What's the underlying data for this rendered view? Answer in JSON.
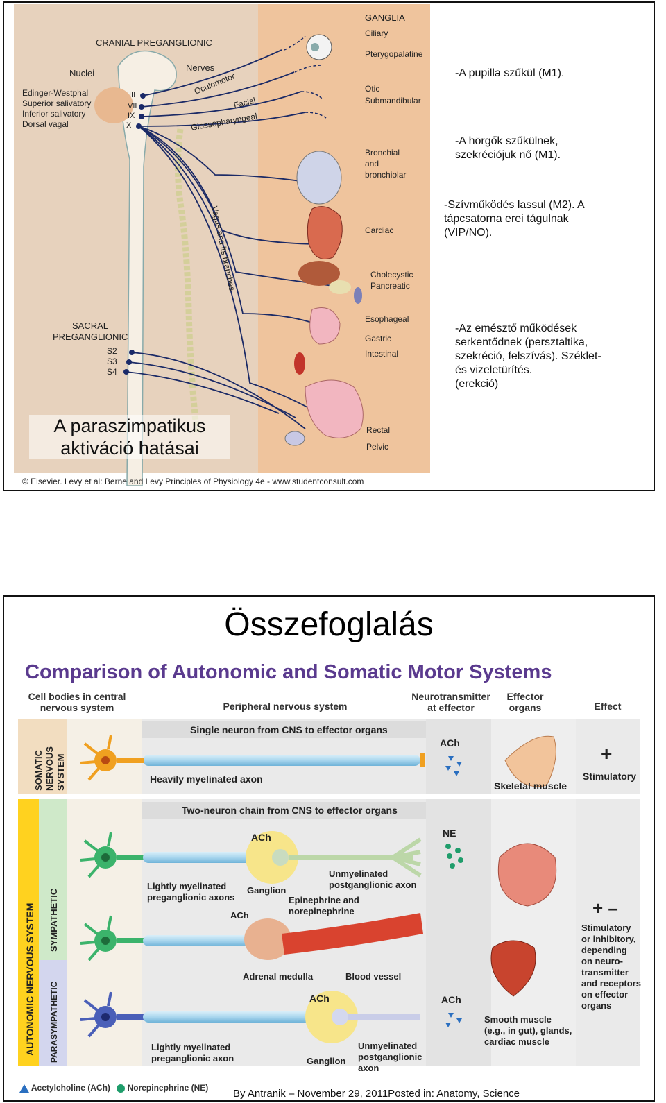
{
  "slide1": {
    "notes": [
      "-A pupilla szűkül (M1).",
      "-A hörgők szűkülnek,",
      "szekréciójuk nő (M1).",
      "-Szívműködés lassul (M2). A",
      "tápcsatorna erei tágulnak",
      "(VIP/NO).",
      "-Az emésztő működések",
      "serkentődnek (persztaltika,",
      "szekréció, felszívás). Széklet-",
      "és vizeletürítés.",
      "(erekció)"
    ],
    "overlay_title": [
      "A paraszimpatikus",
      "aktiváció hatásai"
    ],
    "credit": "© Elsevier. Levy et al: Berne and Levy Principles of Physiology 4e - www.studentconsult.com",
    "figure": {
      "cranial_title": "CRANIAL PREGANGLIONIC",
      "nuclei_title": "Nuclei",
      "nerves_title": "Nerves",
      "nuclei": [
        "Edinger-Westphal",
        "Superior salivatory",
        "Inferior salivatory",
        "Dorsal vagal"
      ],
      "cranial_numerals": [
        "III",
        "VII",
        "IX",
        "X"
      ],
      "nerve_names": [
        "Oculomotor",
        "Facial",
        "Glossopharyngeal"
      ],
      "vagus_label": "Vagus and its branches",
      "sacral_title": [
        "SACRAL",
        "PREGANGLIONIC"
      ],
      "sacral_segments": [
        "S2",
        "S3",
        "S4"
      ],
      "ganglia_title": "GANGLIA",
      "ganglia": [
        "Ciliary",
        "Pterygopalatine",
        "Otic",
        "Submandibular"
      ],
      "organ_labels": [
        [
          "Bronchial",
          "and",
          "bronchiolar"
        ],
        [
          "Cardiac"
        ],
        [
          "Cholecystic",
          "Pancreatic"
        ],
        [
          "Esophageal",
          "Gastric",
          "Intestinal"
        ],
        [
          "Rectal",
          "Pelvic"
        ]
      ]
    }
  },
  "slide2": {
    "title": "Összefoglalás",
    "figure_title": "Comparison of Autonomic and Somatic Motor Systems",
    "column_headers": {
      "cns": [
        "Cell bodies in central",
        "nervous system"
      ],
      "pns": "Peripheral nervous system",
      "nt": [
        "Neurotransmitter",
        "at effector"
      ],
      "organs": [
        "Effector",
        "organs"
      ],
      "effect": "Effect"
    },
    "somatic": {
      "system_label": [
        "SOMATIC",
        "NERVOUS",
        "SYSTEM"
      ],
      "banner": "Single neuron from CNS to effector organs",
      "axon_label": "Heavily myelinated axon",
      "nt": "ACh",
      "organ": "Skeletal muscle",
      "effect_symbol": "+",
      "effect": "Stimulatory"
    },
    "autonomic": {
      "system_label": "AUTONOMIC NERVOUS SYSTEM",
      "banner": "Two-neuron chain from CNS to effector organs",
      "sympathetic": {
        "label": "SYMPATHETIC",
        "ach": "ACh",
        "ganglion": "Ganglion",
        "pre_axon": [
          "Lightly myelinated",
          "preganglionic axons"
        ],
        "post_axon": [
          "Unmyelinated",
          "postganglionic axon"
        ],
        "nt": "NE",
        "ach2": "ACh",
        "epi": [
          "Epinephrine and",
          "norepinephrine"
        ],
        "adrenal": "Adrenal medulla",
        "vessel": "Blood vessel"
      },
      "parasympathetic": {
        "label": "PARASYMPATHETIC",
        "ach": "ACh",
        "ganglion": "Ganglion",
        "pre_axon": [
          "Lightly myelinated",
          "preganglionic axon"
        ],
        "post_axon": [
          "Unmyelinated",
          "postganglionic",
          "axon"
        ],
        "nt": "ACh"
      },
      "organ": [
        "Smooth muscle",
        "(e.g., in gut), glands,",
        "cardiac muscle"
      ],
      "effect_symbol": "+ –",
      "effect": [
        "Stimulatory",
        "or inhibitory,",
        "depending",
        "on neuro-",
        "transmitter",
        "and receptors",
        "on effector",
        "organs"
      ]
    },
    "legend": {
      "ach": "Acetylcholine (ACh)",
      "ne": "Norepinephrine (NE)"
    },
    "byline": "By Antranik – November 29, 2011Posted in: Anatomy, Science",
    "colors": {
      "title": "#5a3a8e",
      "somatic_neuron": "#f0a020",
      "sympathetic_neuron": "#3bb36b",
      "parasympathetic_neuron": "#4a5fb8",
      "axon": "#a9d6ee",
      "panel_bg": "#eaeaea"
    }
  }
}
